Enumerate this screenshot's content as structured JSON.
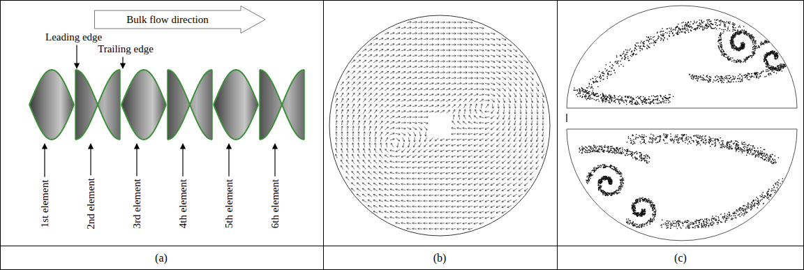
{
  "diagram": {
    "nodes": [
      {
        "text": [
          "Bulk flow direction"
        ]
      }
    ],
    "labels": [
      "Leading edge",
      "Trailing edge",
      "1st element",
      "2nd element",
      "3rd element",
      "4th element",
      "5th element",
      "6th element",
      "(a)",
      "(b)",
      "(c)"
    ]
  }
}
